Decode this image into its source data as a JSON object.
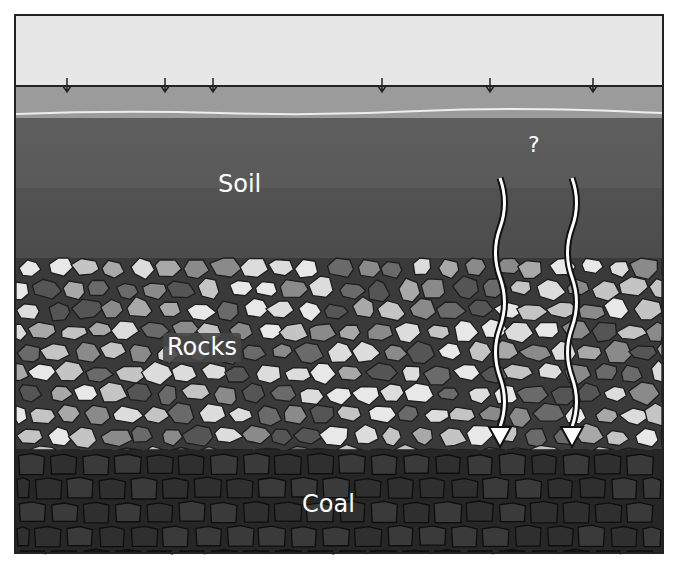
{
  "diagram": {
    "nodes": [
      {
        "text": [
          "Soil"
        ]
      },
      {
        "text": [
          "Rocks"
        ]
      },
      {
        "text": [
          "Coal"
        ]
      }
    ],
    "edges": [
      {
        "from": 0,
        "to": 2,
        "arrow": "to"
      },
      {
        "from": 0,
        "to": 2,
        "arrow": "to"
      }
    ],
    "labels": [
      "?"
    ]
  }
}
